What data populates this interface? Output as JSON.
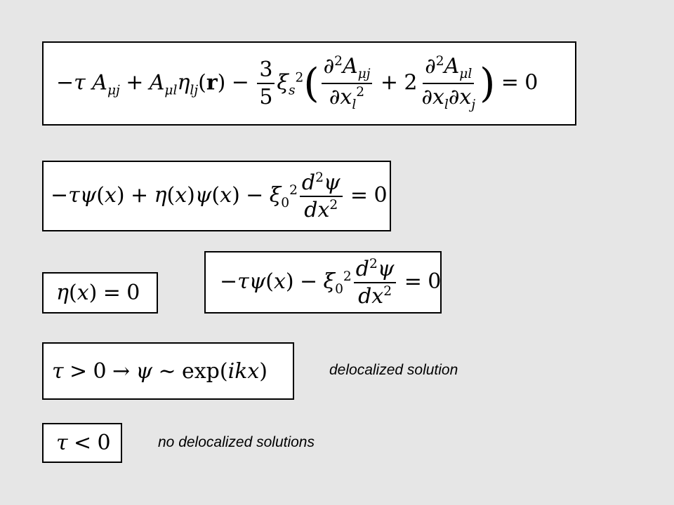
{
  "slide": {
    "equations": [
      {
        "id": "eq1",
        "latex": "-\\tau A_{\\mu j} + A_{\\mu l}\\eta_{lj}(\\mathbf{r}) - \\frac{3}{5}\\xi_s^2\\left(\\frac{\\partial^2 A_{\\mu j}}{\\partial x_l^2} + 2\\frac{\\partial^2 A_{\\mu l}}{\\partial x_l \\partial x_j}\\right) = 0"
      },
      {
        "id": "eq2",
        "latex": "-\\tau\\psi(x) + \\eta(x)\\psi(x) - \\xi_0^2\\frac{d^2\\psi}{dx^2} = 0"
      },
      {
        "id": "eq3",
        "latex": "\\eta(x) = 0"
      },
      {
        "id": "eq4",
        "latex": "-\\tau\\psi(x) - \\xi_0^2\\frac{d^2\\psi}{dx^2} = 0"
      },
      {
        "id": "eq5",
        "latex": "\\tau > 0 \\rightarrow \\psi \\sim \\exp(ikx)"
      },
      {
        "id": "eq6",
        "latex": "\\tau < 0"
      }
    ],
    "captions": {
      "delocalized": "delocalized solution",
      "no_delocalized": "no delocalized solutions"
    }
  }
}
